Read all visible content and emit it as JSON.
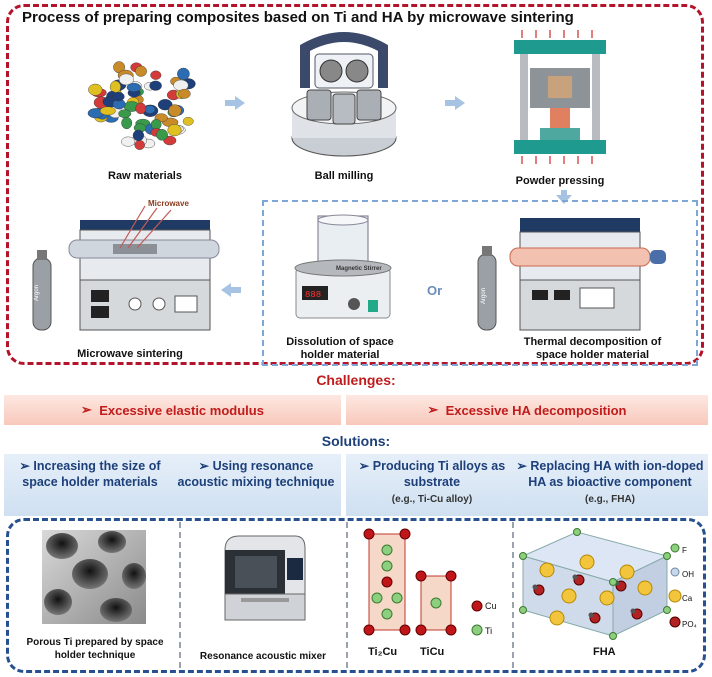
{
  "title": "Process of preparing composites based on Ti and HA by microwave sintering",
  "process": {
    "raw_materials": "Raw materials",
    "ball_milling": "Ball milling",
    "powder_pressing": "Powder pressing",
    "microwave_label": "Microwave",
    "microwave_sintering": "Microwave sintering",
    "dissolution": "Dissolution of space holder material",
    "or": "Or",
    "thermal": "Thermal decomposition of space holder material",
    "stirrer_label": "Magnetic Stirrer",
    "argon": "Argon"
  },
  "challenges": {
    "heading": "Challenges:",
    "items": [
      "Excessive elastic modulus",
      "Excessive HA decomposition"
    ],
    "bullet": "➢"
  },
  "solutions": {
    "heading": "Solutions:",
    "items": [
      {
        "main": "Increasing the size of space holder materials",
        "sub": ""
      },
      {
        "main": "Using resonance acoustic mixing technique",
        "sub": ""
      },
      {
        "main": "Producing Ti alloys as substrate",
        "sub": "(e.g., Ti-Cu alloy)"
      },
      {
        "main": "Replacing HA with ion-doped HA as bioactive component",
        "sub": "(e.g., FHA)"
      }
    ]
  },
  "examples": {
    "porous": "Porous Ti prepared by space holder technique",
    "mixer": "Resonance acoustic mixer",
    "ti2cu": "Ti₂Cu",
    "ticu": "TiCu",
    "fha": "FHA",
    "cu": "Cu",
    "ti": "Ti",
    "legend": [
      "F",
      "OH",
      "Ca",
      "PO₄"
    ]
  },
  "colors": {
    "red_frame": "#b3142b",
    "blue_frame": "#7ea6d6",
    "navy_frame": "#27508f",
    "challenge_text": "#c01c1c",
    "solution_text": "#1d3f7a"
  }
}
